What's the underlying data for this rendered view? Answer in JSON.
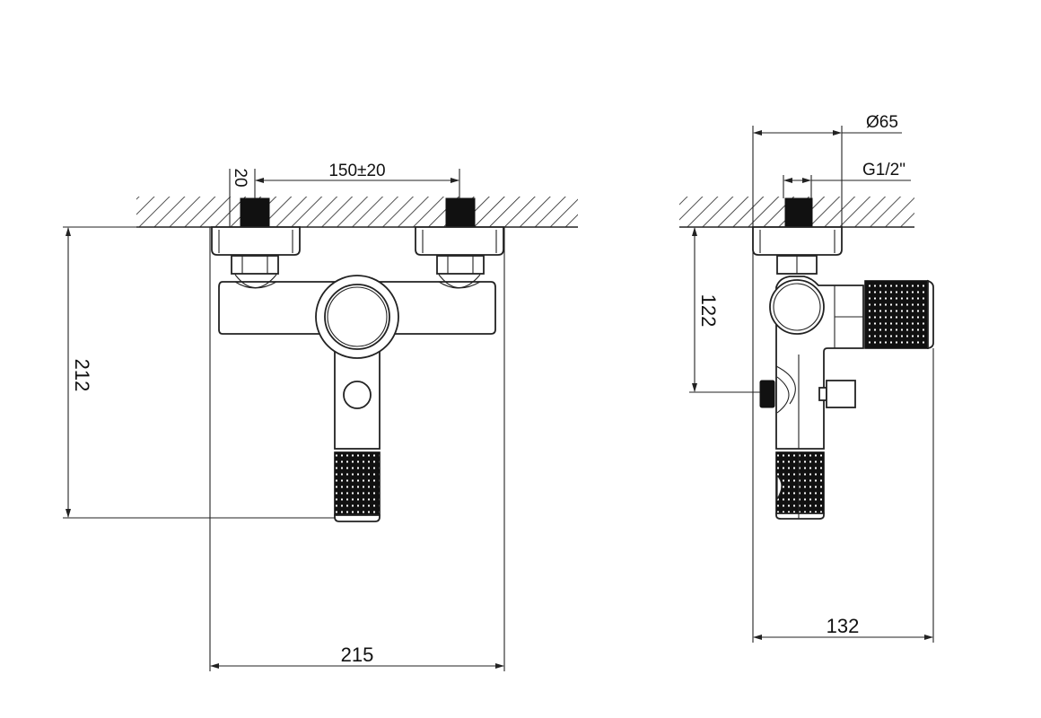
{
  "drawing": {
    "subject": "Wall-mounted mixer tap technical dimension drawing",
    "colors": {
      "line": "#222222",
      "background": "#ffffff",
      "fill_dark": "#111111"
    }
  },
  "front_view": {
    "dimensions": {
      "inlet_spacing": "150±20",
      "inlet_depth": "20",
      "height": "212",
      "width": "215"
    }
  },
  "side_view": {
    "dimensions": {
      "flange_diameter": "Ø65",
      "thread": "G1/2\"",
      "outlet_height": "122",
      "depth": "132"
    }
  }
}
